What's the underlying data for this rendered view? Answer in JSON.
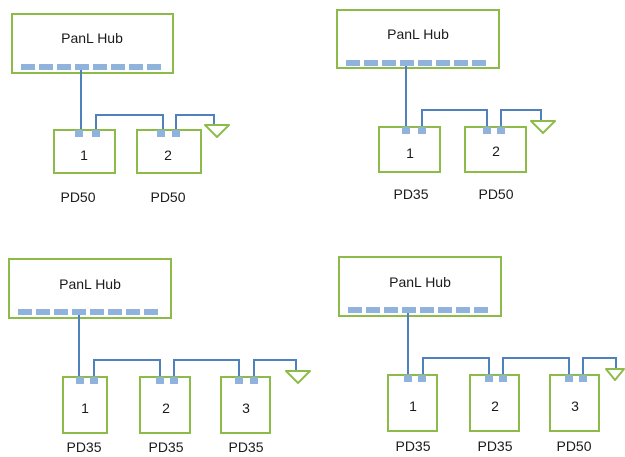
{
  "colors": {
    "box_border": "#8dbb4a",
    "port_fill": "#8fb3dc",
    "wire": "#4f81bd",
    "terminator": "#8dbb4a"
  },
  "diagrams": [
    {
      "hub_label": "PanL Hub",
      "devices": [
        {
          "number": "1",
          "type": "PD50"
        },
        {
          "number": "2",
          "type": "PD50"
        }
      ]
    },
    {
      "hub_label": "PanL Hub",
      "devices": [
        {
          "number": "1",
          "type": "PD35"
        },
        {
          "number": "2",
          "type": "PD50"
        }
      ]
    },
    {
      "hub_label": "PanL Hub",
      "devices": [
        {
          "number": "1",
          "type": "PD35"
        },
        {
          "number": "2",
          "type": "PD35"
        },
        {
          "number": "3",
          "type": "PD35"
        }
      ]
    },
    {
      "hub_label": "PanL Hub",
      "devices": [
        {
          "number": "1",
          "type": "PD35"
        },
        {
          "number": "2",
          "type": "PD35"
        },
        {
          "number": "3",
          "type": "PD50"
        }
      ]
    }
  ]
}
